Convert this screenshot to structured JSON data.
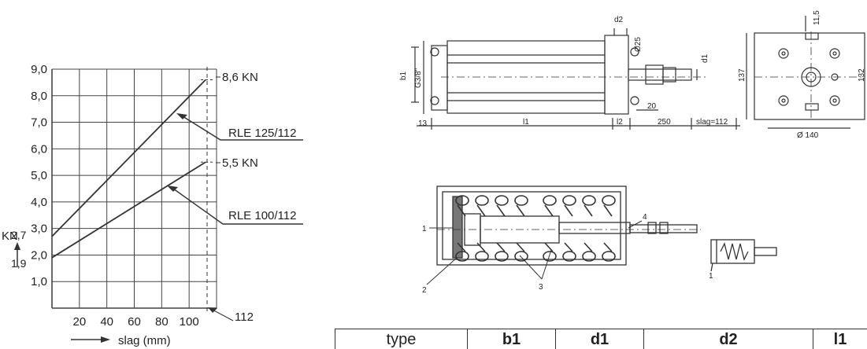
{
  "chart_data": {
    "type": "line",
    "x": [
      0,
      112
    ],
    "series": [
      {
        "name": "RLE 125/112",
        "values": [
          2.7,
          8.6
        ]
      },
      {
        "name": "RLE 100/112",
        "values": [
          1.9,
          5.5
        ]
      }
    ],
    "y_ticks": [
      "9,0",
      "8,0",
      "7,0",
      "6,0",
      "5,0",
      "4,0",
      "3,0",
      "2,0",
      "1,0"
    ],
    "y_extra_ticks": [
      "2,7",
      "1,9"
    ],
    "x_ticks": [
      "20",
      "40",
      "60",
      "80",
      "100"
    ],
    "xlim": [
      0,
      120
    ],
    "ylim": [
      0,
      9
    ],
    "ylabel": "KN",
    "xlabel": "slag (mm)",
    "grid": true,
    "annotations": {
      "top_value": "8,6 KN",
      "mid_value": "5,5 KN",
      "stroke_end": "112",
      "label_a": "RLE 125/112",
      "label_b": "RLE 100/112"
    }
  },
  "drawing": {
    "dims": {
      "d2": "d2",
      "phi25": "Ø25",
      "d1": "d1",
      "b1": "b1",
      "thread": "G3/8\"",
      "twenty": "20",
      "thirteen": "13",
      "l1": "l1",
      "l2": "l2",
      "d250": "250",
      "slag": "slag=112",
      "h115": "11,5",
      "h137": "137",
      "h132": "132",
      "phi140": "Ø 140"
    },
    "callouts": {
      "c1": "1",
      "c2": "2",
      "c3": "3",
      "c4": "4",
      "c1b": "1"
    }
  },
  "table": {
    "headers": [
      "type",
      "b1",
      "d1",
      "d2",
      "l1"
    ]
  }
}
